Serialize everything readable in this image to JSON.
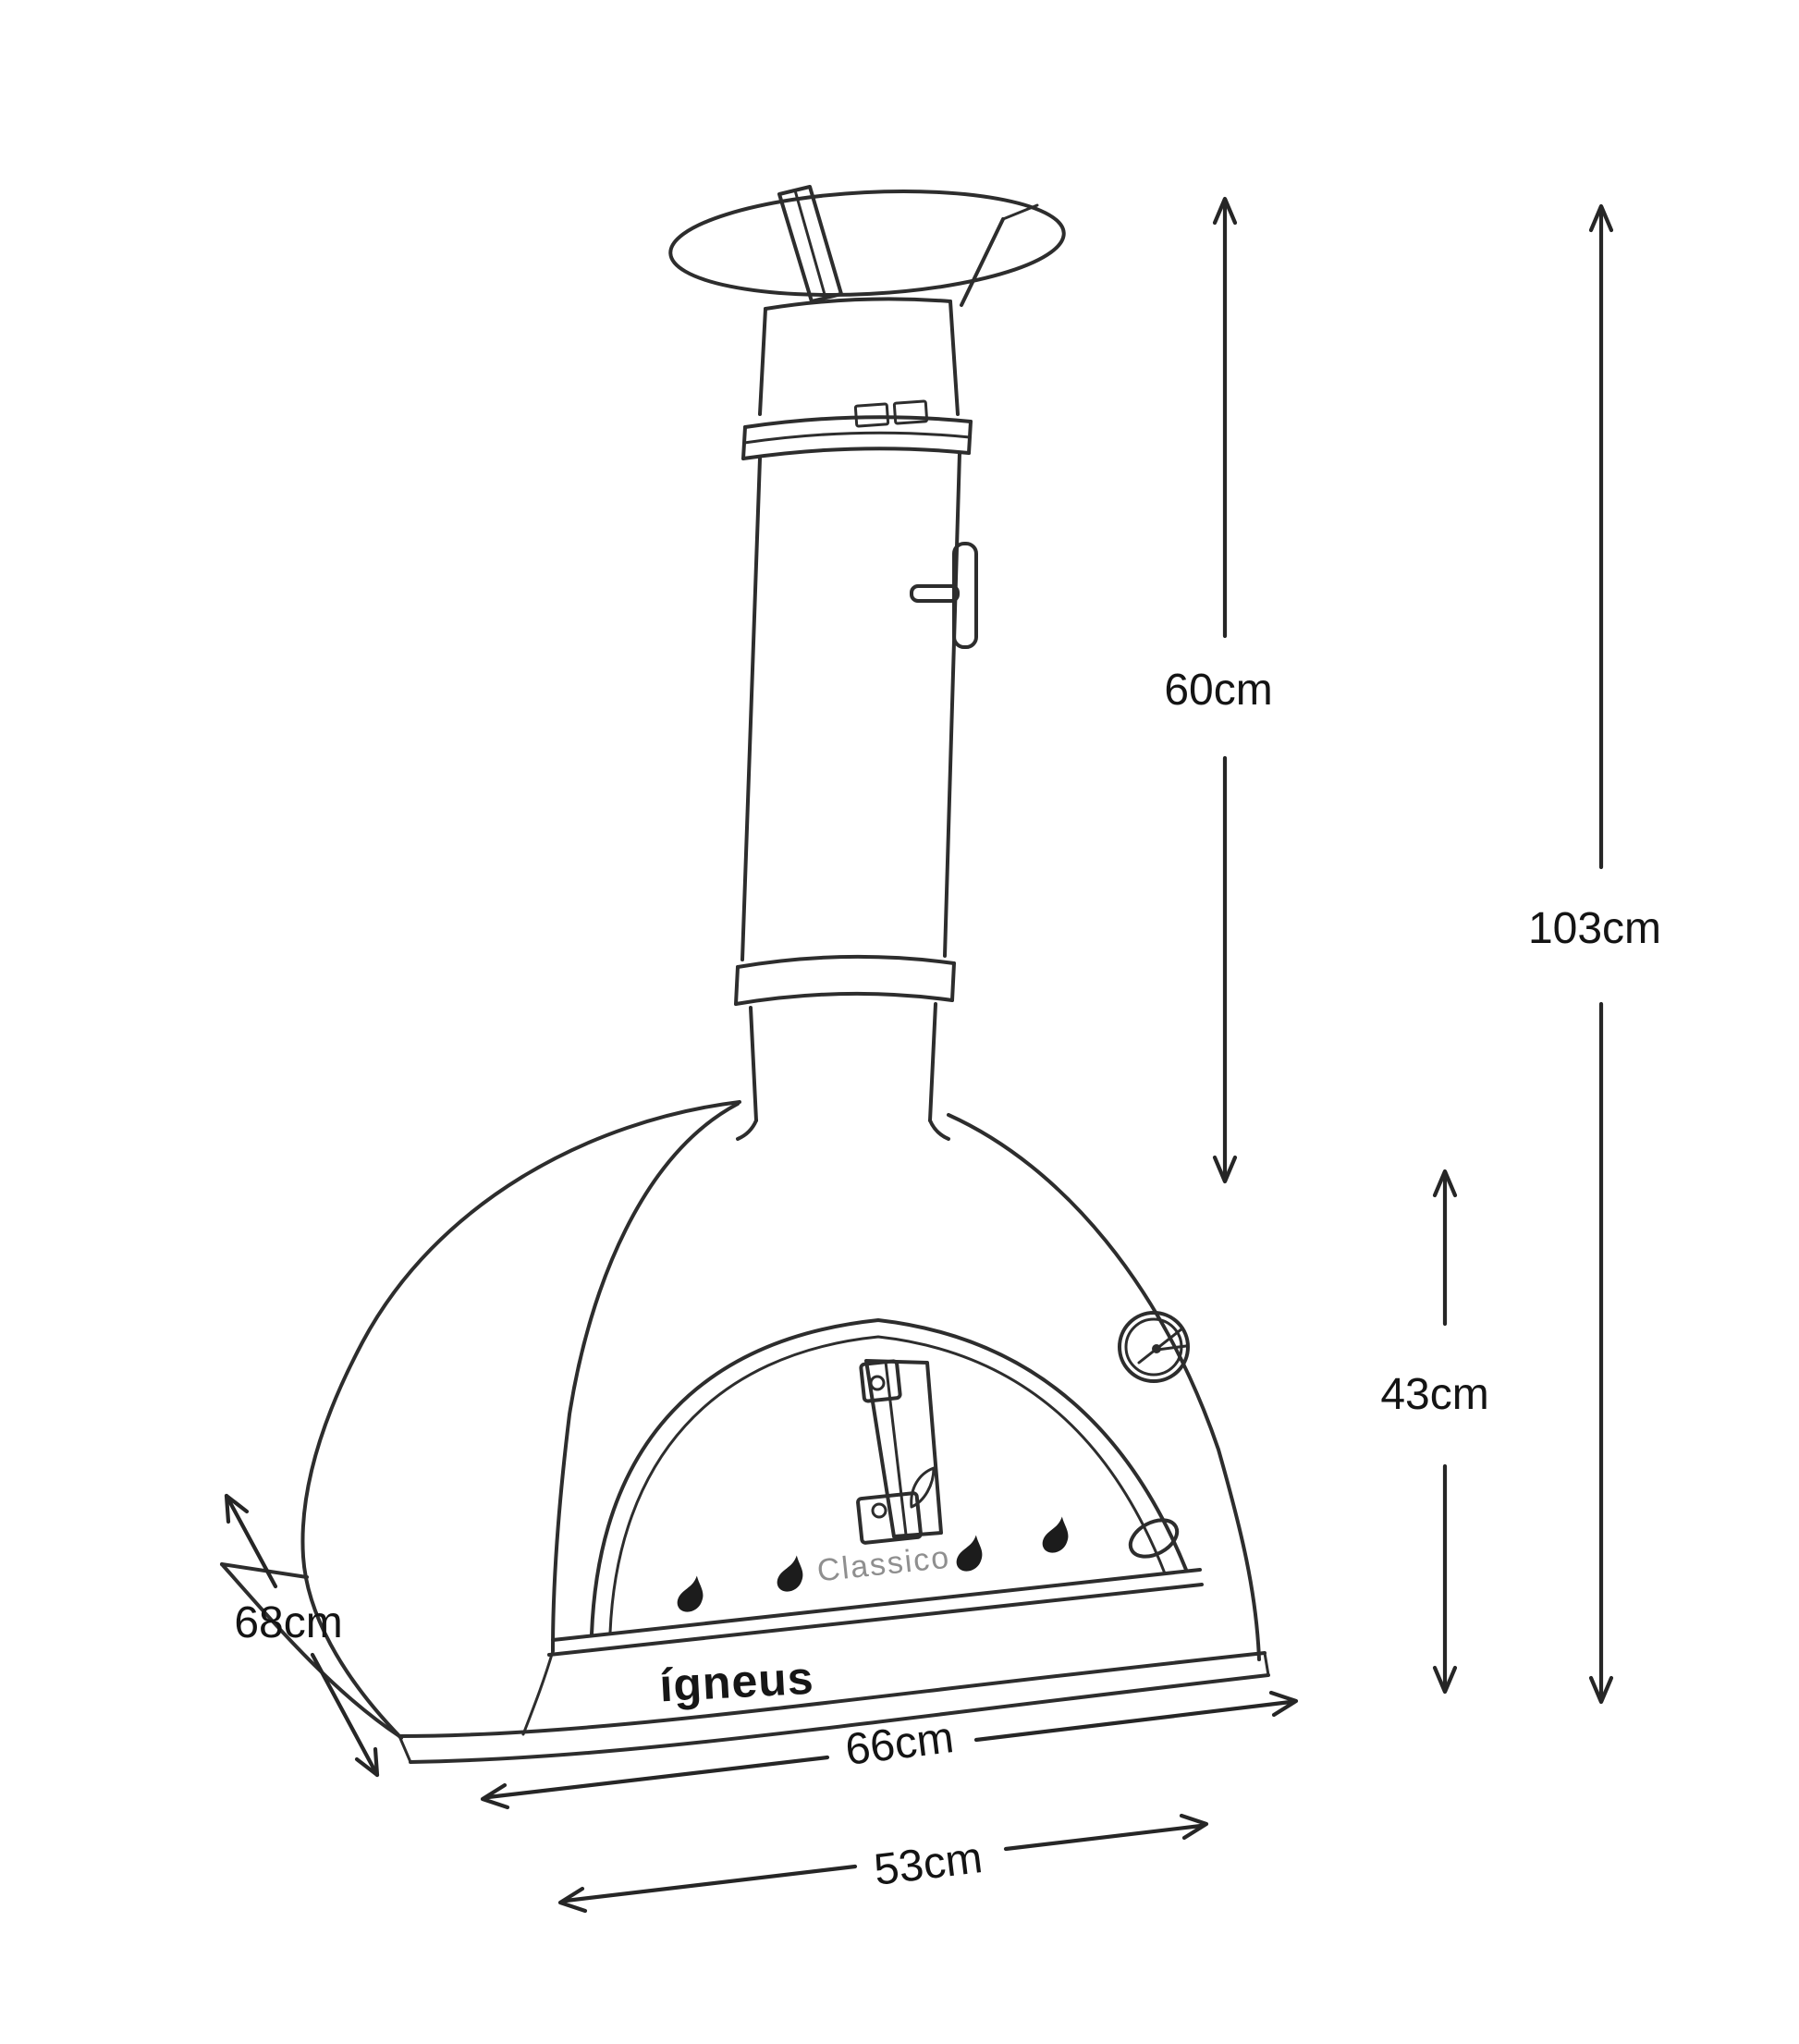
{
  "page": {
    "background": "#ffffff"
  },
  "diagram": {
    "subject": "wood-fired pizza oven technical line drawing",
    "brand_logo": "ígneus",
    "model_label": "Classico",
    "line_color": "#2d2d2d",
    "label_color": "#141414",
    "model_label_color": "#8f8f8f",
    "dimensions": {
      "chimney_height": {
        "label": "60cm"
      },
      "total_height": {
        "label": "103cm"
      },
      "dome_height": {
        "label": "43cm"
      },
      "depth": {
        "label": "68cm"
      },
      "outer_width": {
        "label": "66cm"
      },
      "base_width": {
        "label": "53cm"
      }
    }
  }
}
